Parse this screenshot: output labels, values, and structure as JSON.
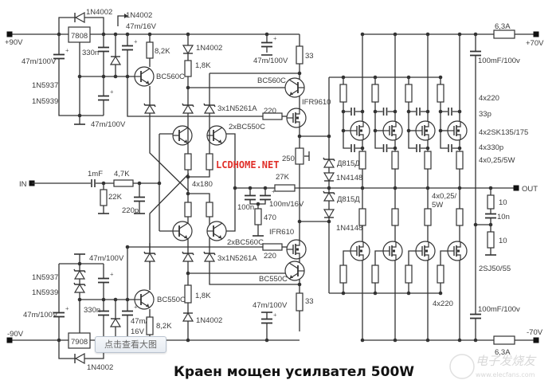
{
  "title": "Краен мощен усилвател 500W",
  "watermark": {
    "text": "电子发烧友",
    "url_text": "www.elecfans.com"
  },
  "overlay_button": "点击查看大图",
  "site_mark": "LCDHOME.NET",
  "colors": {
    "wire": "#333333",
    "site_mark": "#e0302a"
  },
  "terminals": {
    "plus90": "+90V",
    "minus90": "-90V",
    "in": "IN",
    "out": "OUT",
    "plus70": "+70V",
    "minus70": "-70V"
  },
  "labels": {
    "d_top_loop": "1N4002",
    "d_top_arrow": "1N4002",
    "c_top_16v": "47m/16V",
    "reg_top": "7808",
    "c_top_330n": "330n",
    "c_top_left": "47m/100V",
    "z_top_1": "1N5937",
    "z_top_2": "1N5939",
    "c_top_bottom": "47m/100V",
    "r_top_82k": "8,2K",
    "q_top_bc560c": "BC560C",
    "d_top_mid": "1N4002",
    "r_top_18k": "1,8K",
    "c_top_right": "47m/100V",
    "r_top_33": "33",
    "q_top_right": "BC560C",
    "z_top_3x": "3x1N5261A",
    "r_top_220": "220",
    "m_top": "IFR9610",
    "q_diff_top": "2xBC550C",
    "pot": "250",
    "c_in": "1mF",
    "r_in": "4,7K",
    "r_22k": "22K",
    "c_220p": "220p",
    "r_4x180": "4x180",
    "r_27k": "27K",
    "c_100n": "100n",
    "c_100m": "100m/16V",
    "r_470": "470",
    "m_bot": "IFR610",
    "q_diff_bot": "2xBC560C",
    "z_bot_3x": "3x1N5261A",
    "r_bot_220": "220",
    "q_bot_right": "BC550C",
    "c_bot_top": "47m/100V",
    "z_bot_1": "1N5937",
    "z_bot_2": "1N5939",
    "c_bot_330n": "330n",
    "q_bot_bc550c": "BC550C",
    "r_bot_18k": "1,8K",
    "c_bot_left": "47m/100V",
    "c_bot_16v_a": "47m/",
    "c_bot_16v_b": "16V",
    "r_bot_82k": "8,2K",
    "d_bot_mid": "1N4002",
    "c_bot_right": "47m/100V",
    "r_bot_33": "33",
    "reg_bot": "7908",
    "d_bot_loop": "1N4002",
    "fuse_top": "6,3A",
    "c_out_top": "100mF/100v",
    "r_gate_top": "4x220",
    "c_33p": "33p",
    "m_out_top": "4x2SK135/175",
    "c_330p": "4x330p",
    "r_src_top": "4x0,25/5W",
    "z_bias_1": "Д815Д",
    "d_bias_1": "1N4148",
    "z_bias_2": "Д815Д",
    "d_bias_2": "1N4148",
    "r_src_bot_a": "4x0,25/",
    "r_src_bot_b": "5W",
    "r_zobel_1": "10",
    "c_zobel": "10n",
    "r_zobel_2": "10",
    "m_out_bot": "2SJ50/55",
    "r_gate_bot": "4x220",
    "c_out_bot": "100mF/100v",
    "fuse_bot": "6,3A"
  }
}
